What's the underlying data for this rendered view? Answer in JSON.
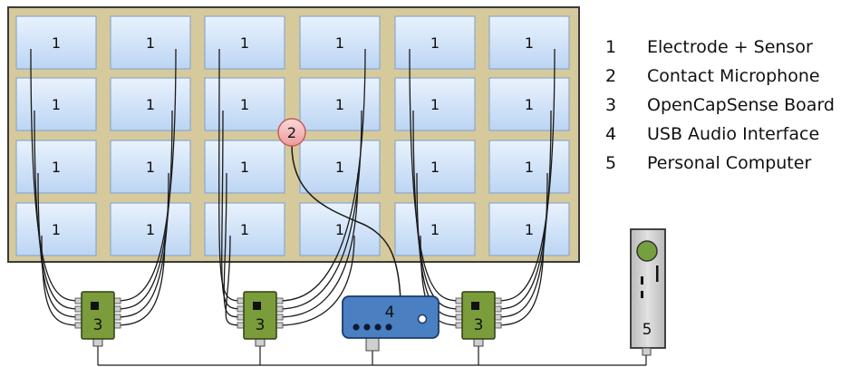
{
  "tile_label": "1",
  "microphone_label": "2",
  "board_label": "3",
  "audio_interface_label": "4",
  "computer_label": "5",
  "legend": [
    {
      "num": "1",
      "text": "Electrode + Sensor"
    },
    {
      "num": "2",
      "text": "Contact Microphone"
    },
    {
      "num": "3",
      "text": "OpenCapSense Board"
    },
    {
      "num": "4",
      "text": "USB Audio Interface"
    },
    {
      "num": "5",
      "text": "Personal Computer"
    }
  ],
  "colors": {
    "panel": "#d6ca9c",
    "tile": "#c3daf6",
    "board": "#7a9c3a",
    "audio_interface": "#4a7fc2",
    "computer": "#c4c4c4",
    "microphone": "#f2a9a9"
  }
}
